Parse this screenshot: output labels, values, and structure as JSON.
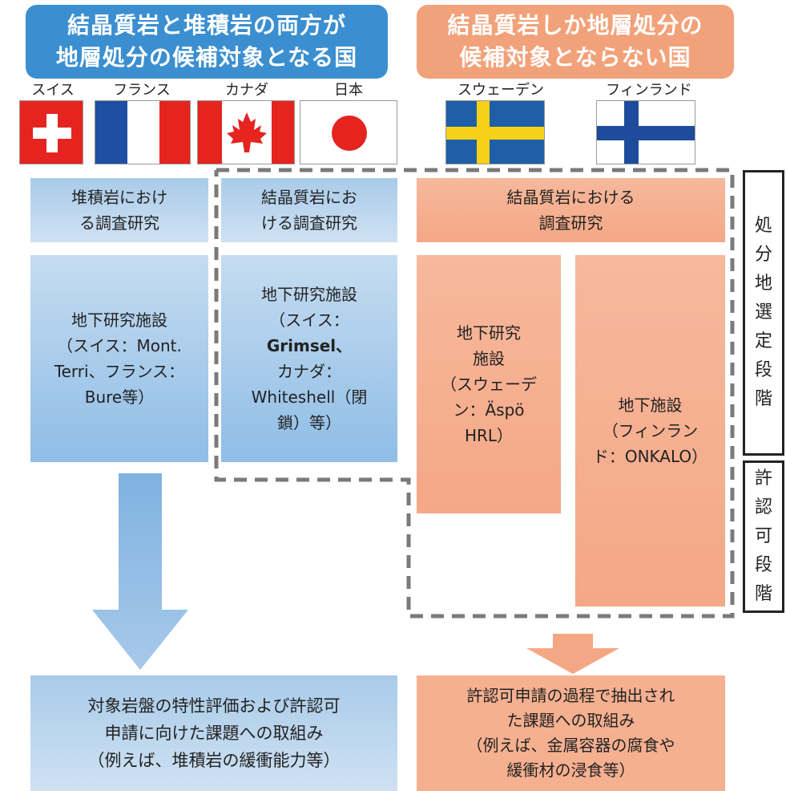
{
  "headers": {
    "left": [
      "結晶質岩と堆積岩の両方が",
      "地層処分の候補対象となる国"
    ],
    "right": [
      "結晶質岩しか地層処分の",
      "候補対象とならない国"
    ]
  },
  "countries": {
    "swiss": "スイス",
    "france": "フランス",
    "canada": "カナダ",
    "japan": "日本",
    "sweden": "スウェーデン",
    "finland": "フィンランド"
  },
  "research": {
    "sedimentary": [
      "堆積岩におけ",
      "る調査研究"
    ],
    "crystalline_left": [
      "結晶質岩にお",
      "ける調査研究"
    ],
    "crystalline_right": [
      "結晶質岩における",
      "調査研究"
    ]
  },
  "facilities": {
    "sedimentary": [
      "地下研究施設",
      "（スイス：Mont.",
      "Terri、フランス：",
      "Bure等）"
    ],
    "crystalline_left": [
      "地下研究施設",
      "（スイス：",
      "Grimsel、",
      "カナダ：",
      "Whiteshell（閉",
      "鎖）等）"
    ],
    "sweden": [
      "地下研究",
      "施設",
      "（スウェーデ",
      "ン：Äspö",
      "HRL）"
    ],
    "finland": [
      "地下施設",
      "（フィンラン",
      "ド：ONKALO）"
    ]
  },
  "stages": {
    "site_selection": [
      "処",
      "分",
      "地",
      "選",
      "定",
      "段",
      "階"
    ],
    "licensing": [
      "許",
      "認",
      "可",
      "段",
      "階"
    ]
  },
  "outcomes": {
    "left": [
      "対象岩盤の特性評価および許認可",
      "申請に向けた課題への取組み",
      "（例えば、堆積岩の緩衝能力等）"
    ],
    "right": [
      "許認可申請の過程で抽出され",
      "た課題への取組み",
      "（例えば、金属容器の腐食や",
      "緩衝材の浸食等）"
    ]
  },
  "colors": {
    "blue_header": "#3b8fd0",
    "orange_header": "#f2a27a",
    "blue_box": "#a9cbe9",
    "orange_box": "#f5b090"
  }
}
